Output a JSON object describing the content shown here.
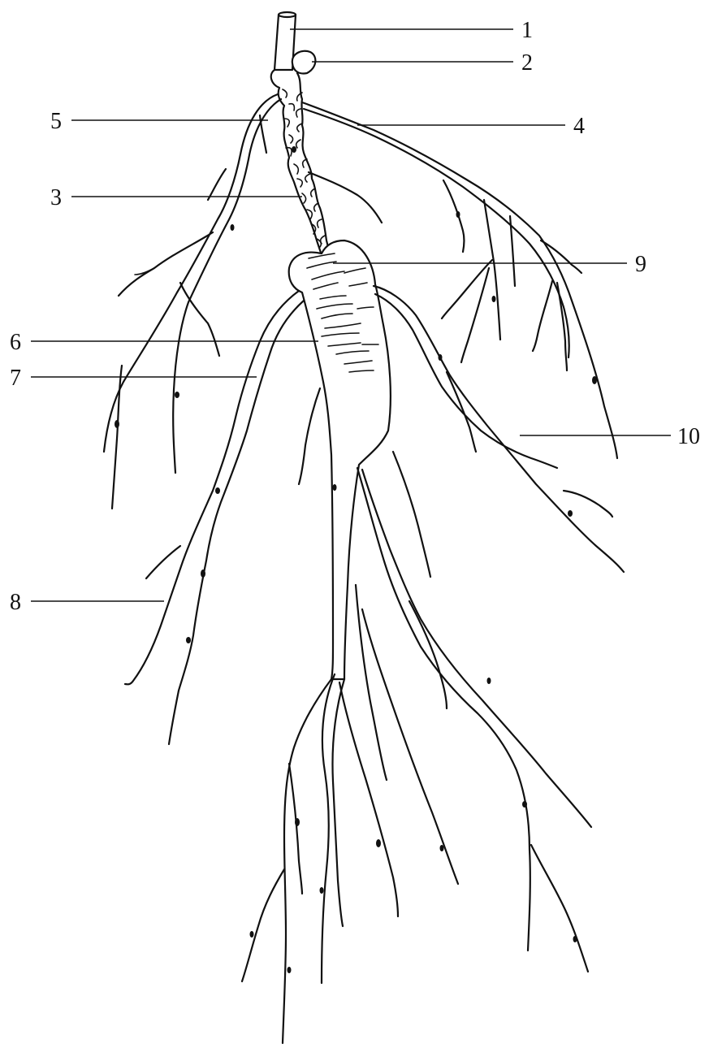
{
  "diagram": {
    "callouts": [
      {
        "id": "c1",
        "text": "1"
      },
      {
        "id": "c2",
        "text": "2"
      },
      {
        "id": "c3",
        "text": "3"
      },
      {
        "id": "c4",
        "text": "4"
      },
      {
        "id": "c5",
        "text": "5"
      },
      {
        "id": "c6",
        "text": "6"
      },
      {
        "id": "c7",
        "text": "7"
      },
      {
        "id": "c8",
        "text": "8"
      },
      {
        "id": "c9",
        "text": "9"
      },
      {
        "id": "c10",
        "text": "10"
      }
    ],
    "colors": {
      "ink": "#111111",
      "background": "#ffffff"
    }
  }
}
